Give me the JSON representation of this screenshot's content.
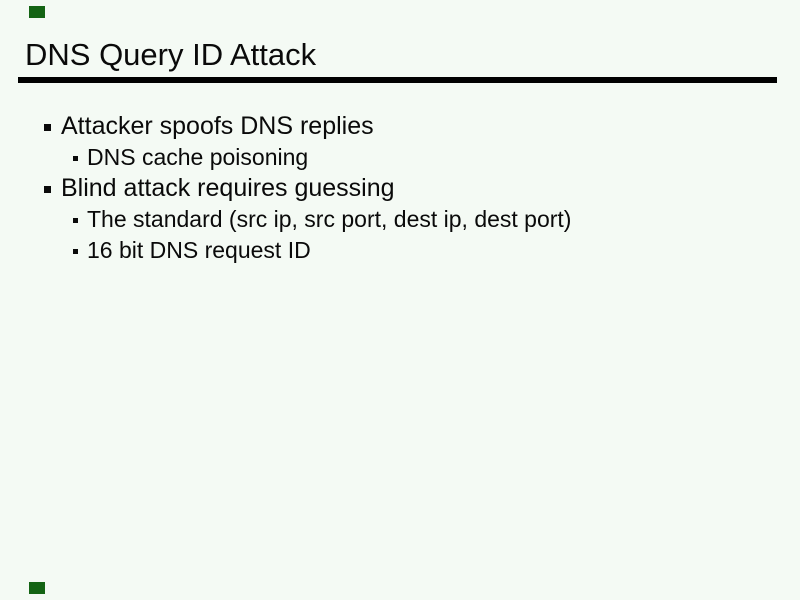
{
  "slide": {
    "title": "DNS Query ID Attack",
    "bullets": [
      {
        "level": 1,
        "text": "Attacker spoofs DNS replies"
      },
      {
        "level": 2,
        "text": "DNS cache poisoning"
      },
      {
        "level": 1,
        "text": "Blind attack requires guessing"
      },
      {
        "level": 2,
        "text": "The standard (src ip, src port, dest ip, dest port)"
      },
      {
        "level": 2,
        "text": "16 bit DNS request ID"
      }
    ],
    "decorations": {
      "corner_marker_shape": "small-rectangle",
      "bullet_marker_shape": "filled-square"
    },
    "colors": {
      "background": "#f4faf4",
      "text": "#0a0a0a",
      "title_rule": "#000000",
      "corner_marker_green": "#146414"
    }
  }
}
